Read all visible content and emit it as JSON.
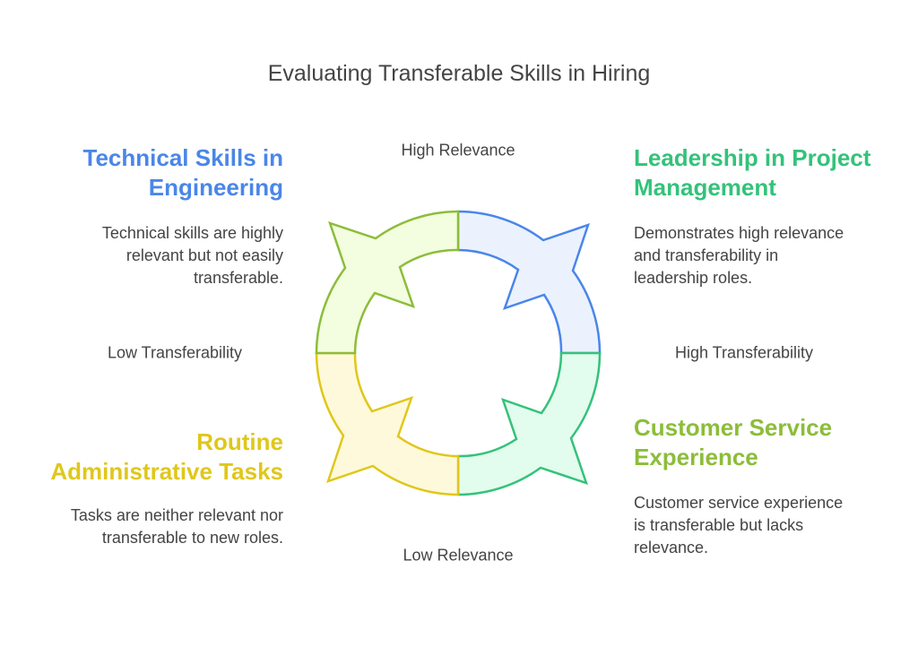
{
  "title": "Evaluating Transferable Skills in Hiring",
  "axes": {
    "top": "High Relevance",
    "bottom": "Low Relevance",
    "left": "Low Transferability",
    "right": "High Transferability"
  },
  "quadrants": {
    "top_left": {
      "heading": [
        "Technical Skills in",
        "Engineering"
      ],
      "body": [
        "Technical skills are highly",
        "relevant but not easily",
        "transferable."
      ],
      "heading_color": "#4a86e8"
    },
    "top_right": {
      "heading": [
        "Leadership in Project",
        "Management"
      ],
      "body": [
        "Demonstrates high relevance",
        "and transferability in",
        "leadership roles."
      ],
      "heading_color": "#34c27a"
    },
    "bottom_right": {
      "heading": [
        "Customer Service",
        "Experience"
      ],
      "body": [
        "Customer service experience",
        "is transferable but lacks",
        "relevance."
      ],
      "heading_color": "#8cbd3a"
    },
    "bottom_left": {
      "heading": [
        "Routine",
        "Administrative Tasks"
      ],
      "body": [
        "Tasks are neither relevant nor",
        "transferable to new roles."
      ],
      "heading_color": "#e0c71a"
    }
  },
  "segments": {
    "blue": {
      "stroke": "#4a86e8",
      "fill": "#ebf2fe"
    },
    "green": {
      "stroke": "#34c27a",
      "fill": "#e2fcee"
    },
    "yellow": {
      "stroke": "#e0c71a",
      "fill": "#fef9db"
    },
    "lime": {
      "stroke": "#8cbd3a",
      "fill": "#f3fddf"
    }
  }
}
